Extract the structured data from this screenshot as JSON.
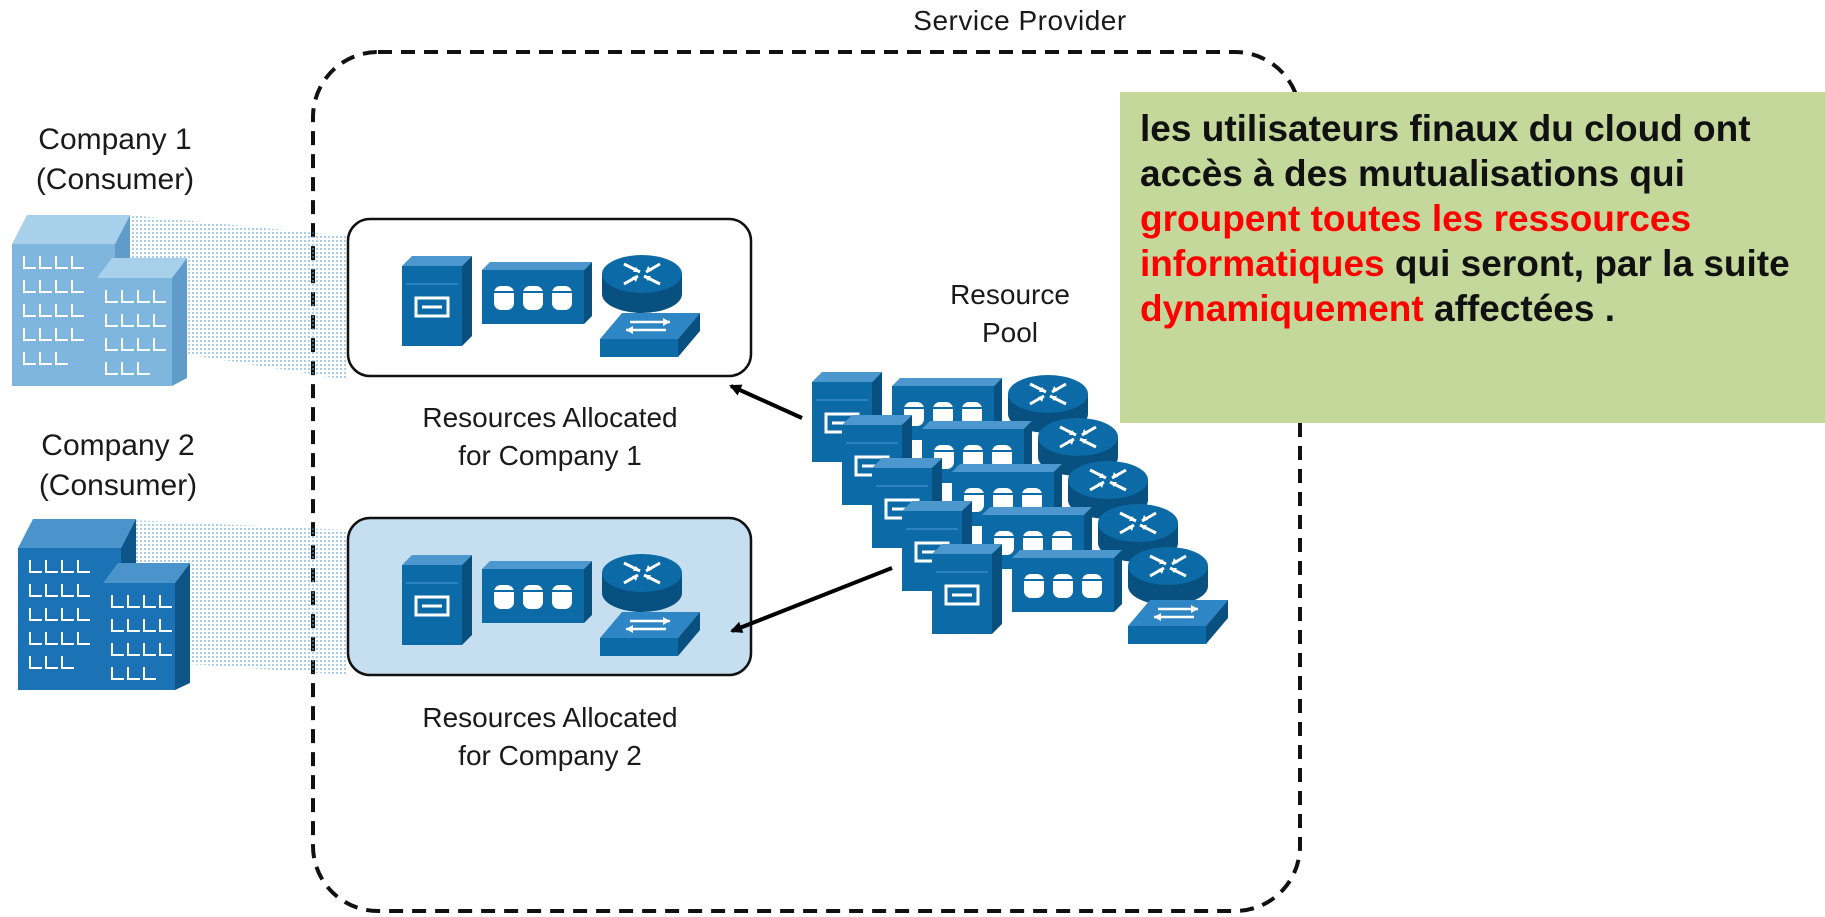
{
  "diagram": {
    "service_provider": "Service Provider",
    "company1": {
      "name": "Company 1",
      "role": "(Consumer)"
    },
    "company2": {
      "name": "Company 2",
      "role": "(Consumer)"
    },
    "pool": {
      "line1": "Resource",
      "line2": "Pool"
    },
    "alloc1": {
      "line1": "Resources Allocated",
      "line2": "for Company 1"
    },
    "alloc2": {
      "line1": "Resources Allocated",
      "line2": "for Company 2"
    }
  },
  "callout": {
    "part1": "les utilisateurs finaux du cloud ont accès à des mutualisations qui ",
    "highlight1": "groupent toutes les ressources informatiques",
    "part2": " qui seront, par la suite ",
    "highlight2": "dynamiquement",
    "part3": " affectées ."
  },
  "colors": {
    "device_blue": "#0c6aa6",
    "company1_building": "#7fb6dd",
    "company2_building": "#1b73b6",
    "alloc2_fill": "#c6dff0",
    "callout_bg": "#c4d89b",
    "highlight": "#ff0000"
  }
}
